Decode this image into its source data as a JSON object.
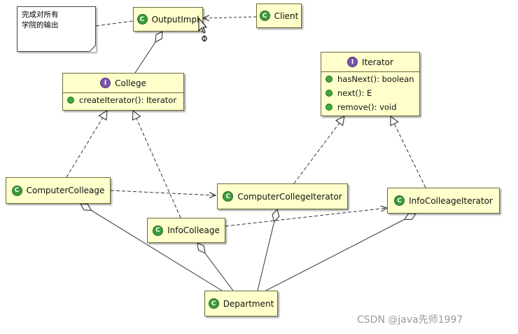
{
  "note": {
    "line1": "完成对所有",
    "line2": "学院的输出"
  },
  "classes": {
    "output_impl": "OutputImpl",
    "client": "Client",
    "computer_colleage": "ComputerColleage",
    "info_colleage": "InfoColleage",
    "computer_college_iterator": "ComputerCollegeIterator",
    "info_colleage_iterator": "InfoColleageIterator",
    "department": "Department"
  },
  "interfaces": {
    "college": {
      "name": "College",
      "methods": [
        "createIterator(): Iterator"
      ]
    },
    "iterator": {
      "name": "Iterator",
      "methods": [
        "hasNext(): boolean",
        "next(): E",
        "remove(): void"
      ]
    }
  },
  "icons": {
    "class_icon": "C",
    "interface_icon": "I"
  },
  "watermark": "CSDN @java先师1997",
  "colors": {
    "box_fill": "#ffffcc",
    "box_border": "#6b6b3a",
    "class_icon": "#3d9a3d",
    "interface_icon": "#7a55a8"
  }
}
